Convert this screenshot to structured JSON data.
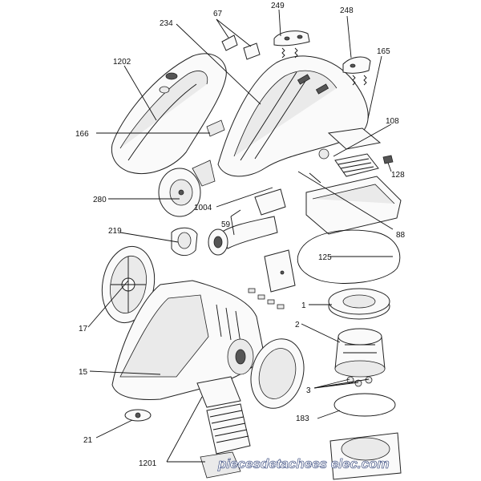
{
  "diagram": {
    "watermark": "piecesdetachees elec.com",
    "parts": [
      {
        "id": "p234",
        "number": "234"
      },
      {
        "id": "p67",
        "number": "67"
      },
      {
        "id": "p249",
        "number": "249"
      },
      {
        "id": "p248",
        "number": "248"
      },
      {
        "id": "p1202",
        "number": "1202"
      },
      {
        "id": "p165",
        "number": "165"
      },
      {
        "id": "p166",
        "number": "166"
      },
      {
        "id": "p108",
        "number": "108"
      },
      {
        "id": "p128",
        "number": "128"
      },
      {
        "id": "p280",
        "number": "280"
      },
      {
        "id": "p1004",
        "number": "1004"
      },
      {
        "id": "p59",
        "number": "59"
      },
      {
        "id": "p88",
        "number": "88"
      },
      {
        "id": "p219",
        "number": "219"
      },
      {
        "id": "p125",
        "number": "125"
      },
      {
        "id": "p1",
        "number": "1"
      },
      {
        "id": "p2",
        "number": "2"
      },
      {
        "id": "p17",
        "number": "17"
      },
      {
        "id": "p15",
        "number": "15"
      },
      {
        "id": "p3",
        "number": "3"
      },
      {
        "id": "p183",
        "number": "183"
      },
      {
        "id": "p21",
        "number": "21"
      },
      {
        "id": "p1201",
        "number": "1201"
      }
    ]
  }
}
